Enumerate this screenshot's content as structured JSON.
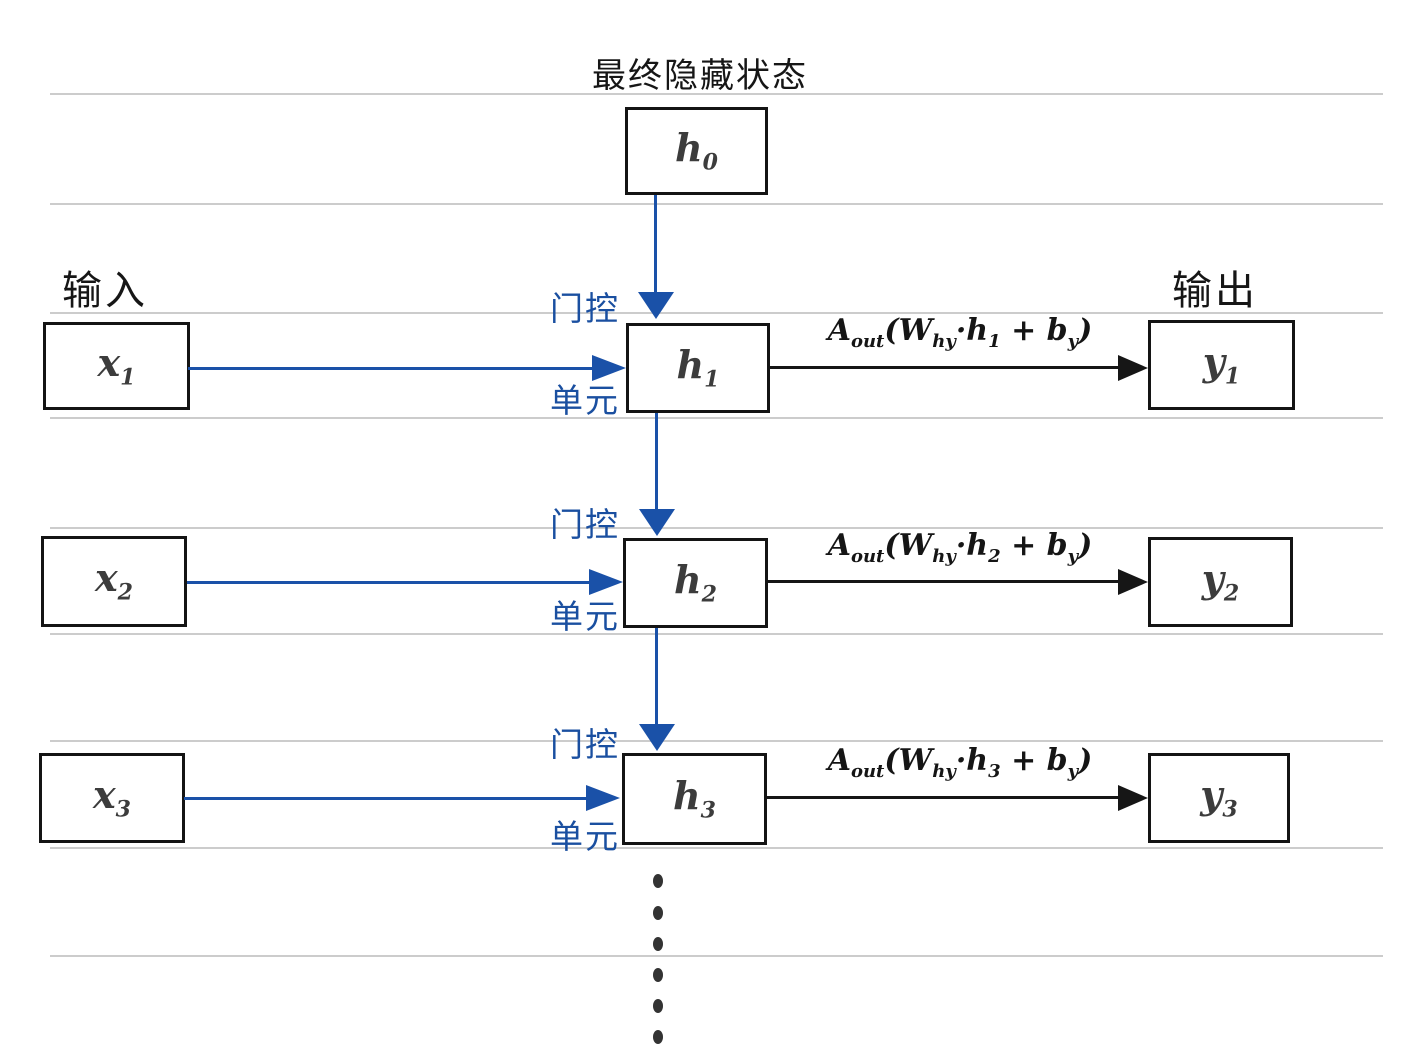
{
  "title": "最终隐藏状态",
  "labels": {
    "input": "输入",
    "output": "输出",
    "gate_line1": "门控",
    "gate_line2": "单元"
  },
  "colors": {
    "blue_accent": "#1a51a8",
    "gate_text_blue": "#1a4fa0",
    "box_border": "#141414",
    "ink": "#3c3c3c",
    "ruled_line": "#cccccc"
  },
  "initial_state": {
    "base": "h",
    "sub": "0"
  },
  "rows": [
    {
      "input": {
        "base": "x",
        "sub": "1"
      },
      "hidden": {
        "base": "h",
        "sub": "1"
      },
      "output": {
        "base": "y",
        "sub": "1"
      },
      "formula": {
        "a": "A",
        "a_sub": "out",
        "w": "(W",
        "w_sub": "hy",
        "h": "·h",
        "h_sub": "1",
        "plus_b": " + b",
        "b_sub": "y",
        "close": ")"
      }
    },
    {
      "input": {
        "base": "x",
        "sub": "2"
      },
      "hidden": {
        "base": "h",
        "sub": "2"
      },
      "output": {
        "base": "y",
        "sub": "2"
      },
      "formula": {
        "a": "A",
        "a_sub": "out",
        "w": "(W",
        "w_sub": "hy",
        "h": "·h",
        "h_sub": "2",
        "plus_b": " + b",
        "b_sub": "y",
        "close": ")"
      }
    },
    {
      "input": {
        "base": "x",
        "sub": "3"
      },
      "hidden": {
        "base": "h",
        "sub": "3"
      },
      "output": {
        "base": "y",
        "sub": "3"
      },
      "formula": {
        "a": "A",
        "a_sub": "out",
        "w": "(W",
        "w_sub": "hy",
        "h": "·h",
        "h_sub": "3",
        "plus_b": " + b",
        "b_sub": "y",
        "close": ")"
      }
    }
  ]
}
